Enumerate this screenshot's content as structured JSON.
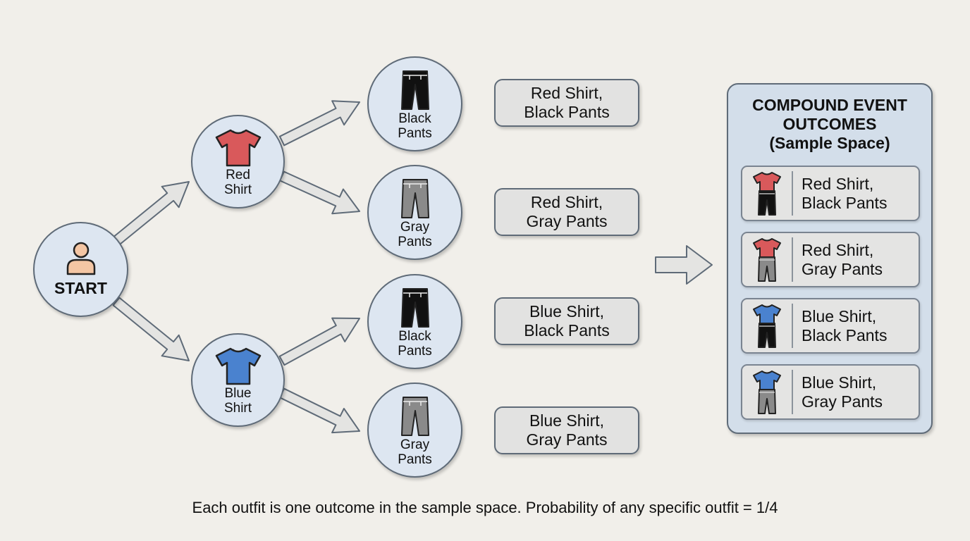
{
  "start": {
    "label": "START"
  },
  "shirts": [
    {
      "line1": "Red",
      "line2": "Shirt",
      "color": "#d9595b"
    },
    {
      "line1": "Blue",
      "line2": "Shirt",
      "color": "#4a82cf"
    }
  ],
  "pants": [
    {
      "line1": "Black",
      "line2": "Pants",
      "color": "#111111"
    },
    {
      "line1": "Gray",
      "line2": "Pants",
      "color": "#8a8a8a"
    },
    {
      "line1": "Black",
      "line2": "Pants",
      "color": "#111111"
    },
    {
      "line1": "Gray",
      "line2": "Pants",
      "color": "#8a8a8a"
    }
  ],
  "outcomes": [
    {
      "line1": "Red Shirt,",
      "line2": "Black Pants"
    },
    {
      "line1": "Red Shirt,",
      "line2": "Gray Pants"
    },
    {
      "line1": "Blue Shirt,",
      "line2": "Black Pants"
    },
    {
      "line1": "Blue Shirt,",
      "line2": "Gray Pants"
    }
  ],
  "panel": {
    "title_line1": "COMPOUND EVENT",
    "title_line2": "OUTCOMES",
    "title_line3": "(Sample Space)",
    "items": [
      {
        "line1": "Red Shirt,",
        "line2": "Black Pants",
        "shirt_color": "#d9595b",
        "pants_color": "#111111"
      },
      {
        "line1": "Red Shirt,",
        "line2": "Gray Pants",
        "shirt_color": "#d9595b",
        "pants_color": "#8a8a8a"
      },
      {
        "line1": "Blue Shirt,",
        "line2": "Black Pants",
        "shirt_color": "#4a82cf",
        "pants_color": "#111111"
      },
      {
        "line1": "Blue Shirt,",
        "line2": "Gray Pants",
        "shirt_color": "#4a82cf",
        "pants_color": "#8a8a8a"
      }
    ]
  },
  "caption": "Each outfit is one outcome in the sample space. Probability of any specific outfit = 1/4",
  "colors": {
    "person": "#f4c6a4",
    "node_fill": "#dde6f1",
    "panel_fill": "#d3deea",
    "border": "#5f6b78"
  }
}
